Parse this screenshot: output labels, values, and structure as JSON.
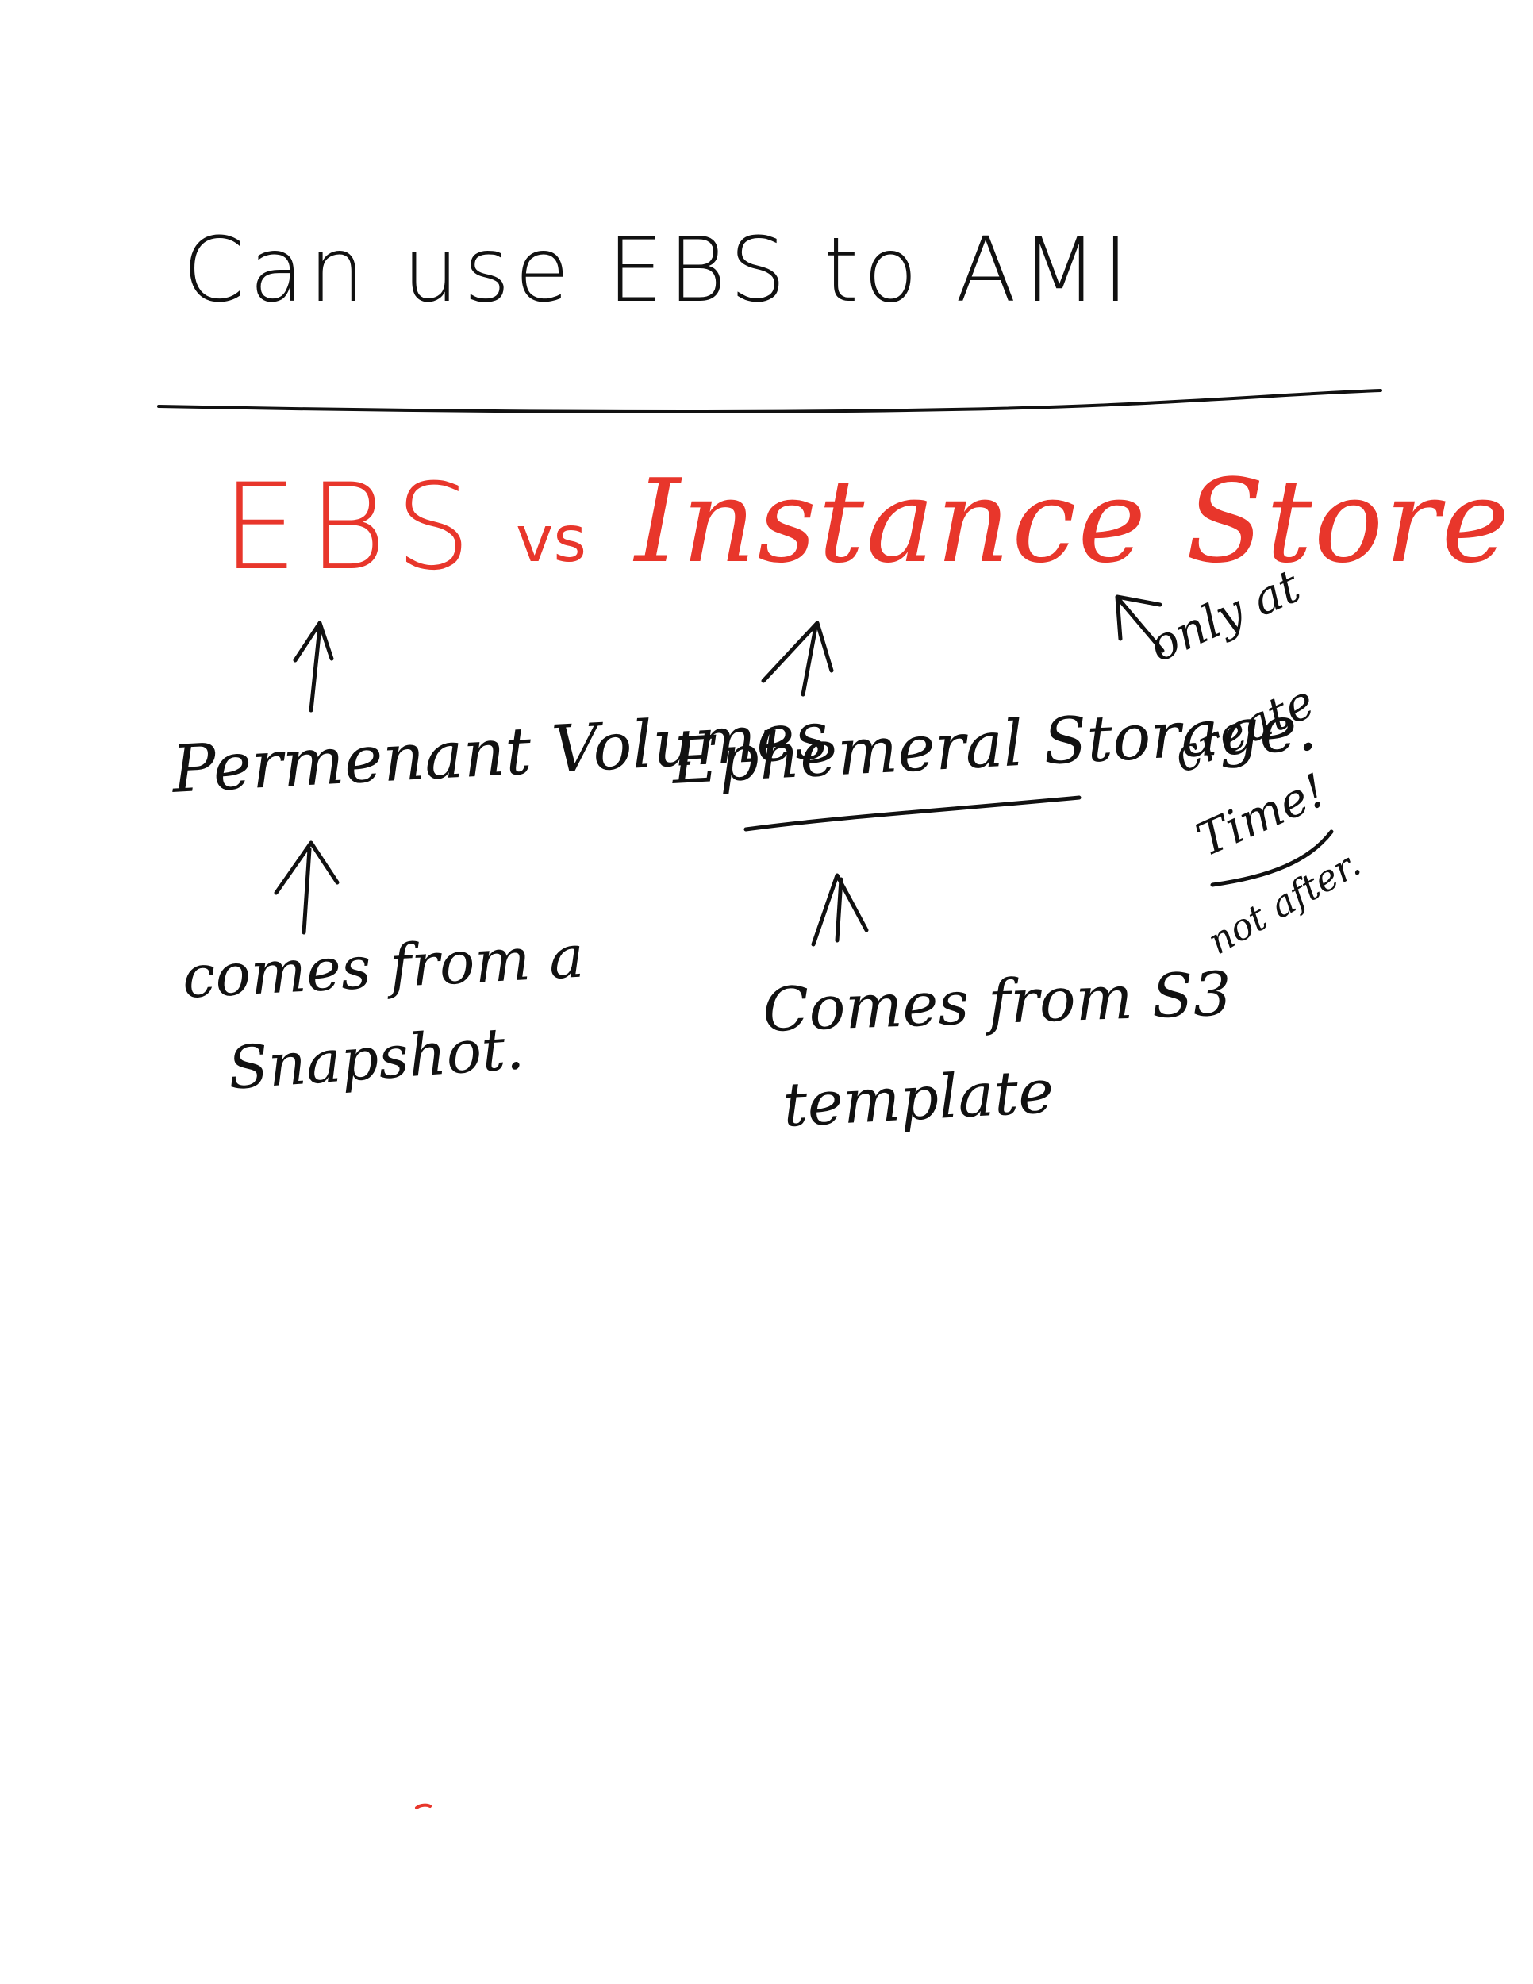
{
  "note": {
    "heading": "Can use EBS to AMI",
    "title": {
      "ebs": "EBS",
      "vs": "vs",
      "instance_store": "Instance Store"
    },
    "left_branch": {
      "label": "Permenant Volumes",
      "source_line_1": "comes from a",
      "source_line_2": "Snapshot."
    },
    "right_branch": {
      "label": "Ephemeral Storage.",
      "source_line_1": "Comes from S3",
      "source_line_2": "template"
    },
    "side_note": {
      "line_1": "only at",
      "line_2": "create",
      "line_3": "Time!",
      "line_4": "not after."
    }
  },
  "colors": {
    "ink_black": "#111111",
    "ink_red": "#e8362b",
    "paper": "#ffffff"
  }
}
